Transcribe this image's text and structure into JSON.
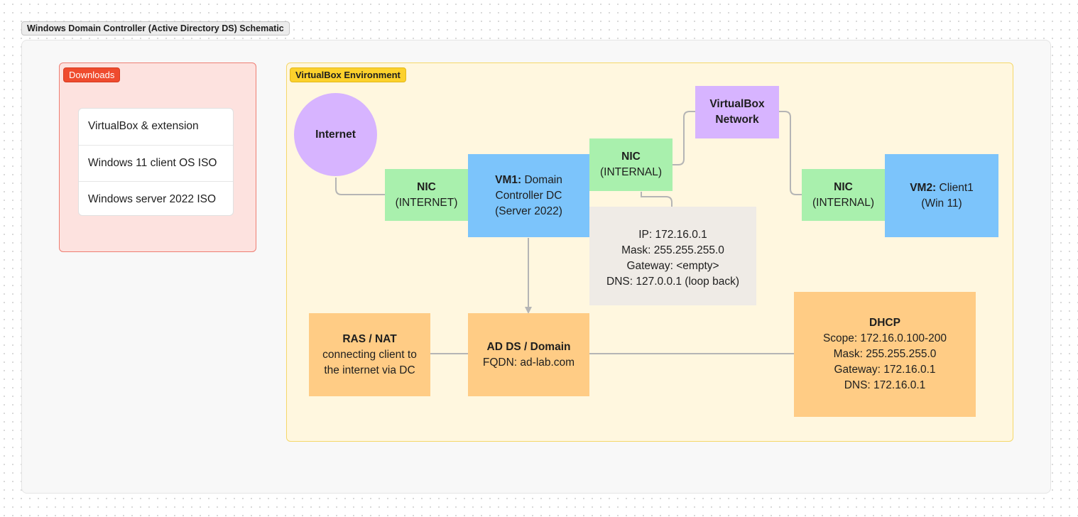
{
  "title": "Windows Domain Controller (Active Directory DS) Schematic",
  "downloads": {
    "label": "Downloads",
    "items": [
      "VirtualBox & extension",
      "Windows 11 client OS ISO",
      "Windows server 2022 ISO"
    ]
  },
  "vbox": {
    "label": "VirtualBox Environment",
    "internet": "Internet",
    "nic_internet": {
      "title": "NIC",
      "sub": "(INTERNET)"
    },
    "vm1": {
      "title": "VM1:",
      "line1": " Domain",
      "line2": "Controller DC",
      "line3": "(Server 2022)"
    },
    "nic_internal_dc": {
      "title": "NIC",
      "sub": "(INTERNAL)"
    },
    "vbox_network": {
      "line1": "VirtualBox",
      "line2": "Network"
    },
    "nic_internal_client": {
      "title": "NIC",
      "sub": "(INTERNAL)"
    },
    "vm2": {
      "title": "VM2:",
      "line1": " Client1",
      "line2": "(Win 11)"
    },
    "ip_config": {
      "ip": "IP: 172.16.0.1",
      "mask": "Mask: 255.255.255.0",
      "gateway": "Gateway: <empty>",
      "dns": "DNS: 127.0.0.1 (loop back)"
    },
    "ras": {
      "title": "RAS / NAT",
      "line1": "connecting client to",
      "line2": "the internet via DC"
    },
    "adds": {
      "title": "AD DS / Domain",
      "line1": "FQDN: ad-lab.com"
    },
    "dhcp": {
      "title": "DHCP",
      "scope": "Scope: 172.16.0.100-200",
      "mask": "Mask: 255.255.255.0",
      "gateway": "Gateway: 172.16.0.1",
      "dns": "DNS: 172.16.0.1"
    }
  },
  "colors": {
    "nic": "#a9f0ad",
    "vm": "#7cc4fb",
    "network": "#d7b4ff",
    "service": "#ffcc85",
    "config": "#efebe6",
    "downloads_accent": "#ef4b2e",
    "vbox_accent": "#fcd12c"
  }
}
